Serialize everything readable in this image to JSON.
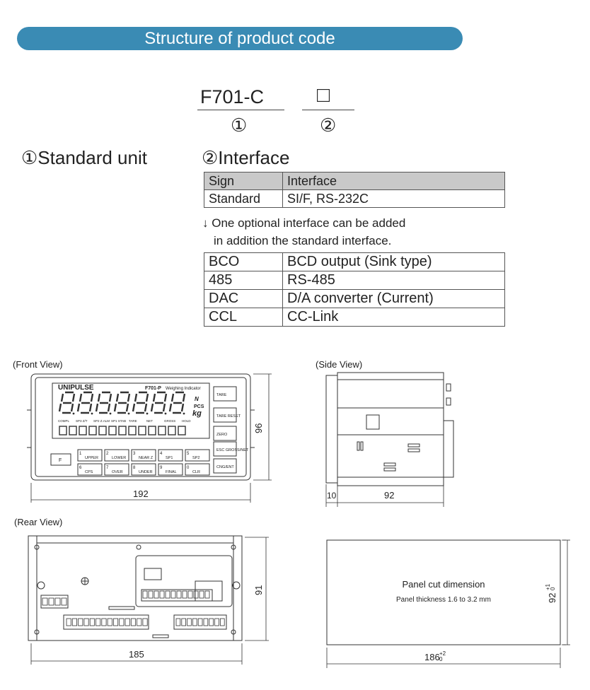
{
  "banner": {
    "title": "Structure of product code"
  },
  "product_code": {
    "code": "F701-C",
    "box_symbol": "□",
    "marker1": "①",
    "marker2": "②"
  },
  "standard_unit": {
    "title": "①Standard unit"
  },
  "interface": {
    "title": "②Interface",
    "table1": {
      "headers": [
        "Sign",
        "Interface"
      ],
      "rows": [
        [
          "Standard",
          "SI/F, RS-232C"
        ]
      ]
    },
    "note_line1": "↓ One optional interface can be added",
    "note_line2": "in addition the standard interface.",
    "table2": {
      "rows": [
        [
          "BCO",
          "BCD output (Sink type)"
        ],
        [
          "485",
          "RS-485"
        ],
        [
          "DAC",
          "D/A converter (Current)"
        ],
        [
          "CCL",
          "CC-Link"
        ]
      ]
    }
  },
  "views": {
    "front": {
      "label": "(Front View)",
      "width": "192",
      "height": "96",
      "brand": "UNIPULSE",
      "model": "F701-P",
      "model_suffix": "Weighing Indicator",
      "units": [
        "N",
        "PCS",
        "kg"
      ],
      "status_labels": [
        "COMPL",
        "SP3 Z/T",
        "SP2 Z.ALM",
        "SP1 STAB",
        "TARE",
        "NET",
        "GROSS",
        "HOLD"
      ],
      "right_keys": [
        "TARE",
        "TARE RESET",
        "ZERO",
        "ESC GROSS/NET",
        "CNG/ENT"
      ],
      "left_key": "F",
      "num_keys": [
        {
          "num": "1",
          "label": "UPPER"
        },
        {
          "num": "2",
          "label": "LOWER"
        },
        {
          "num": "3",
          "label": "NEAR Z"
        },
        {
          "num": "4",
          "label": "SP1"
        },
        {
          "num": "5",
          "label": "SP2"
        },
        {
          "num": "6",
          "label": "CPS"
        },
        {
          "num": "7",
          "label": "OVER"
        },
        {
          "num": "8",
          "label": "UNDER"
        },
        {
          "num": "9",
          "label": "FINAL"
        },
        {
          "num": "0",
          "label": "CLR"
        }
      ]
    },
    "side": {
      "label": "(Side View)",
      "depth_front": "10",
      "depth": "92"
    },
    "rear": {
      "label": "(Rear View)",
      "width": "185",
      "height": "91"
    },
    "panel_cut": {
      "title": "Panel cut dimension",
      "subtitle": "Panel thickness 1.6 to 3.2 mm",
      "width": "186",
      "width_tol_upper": "+2",
      "width_tol_lower": "0",
      "height": "92",
      "height_tol_upper": "+1",
      "height_tol_lower": "0"
    }
  }
}
